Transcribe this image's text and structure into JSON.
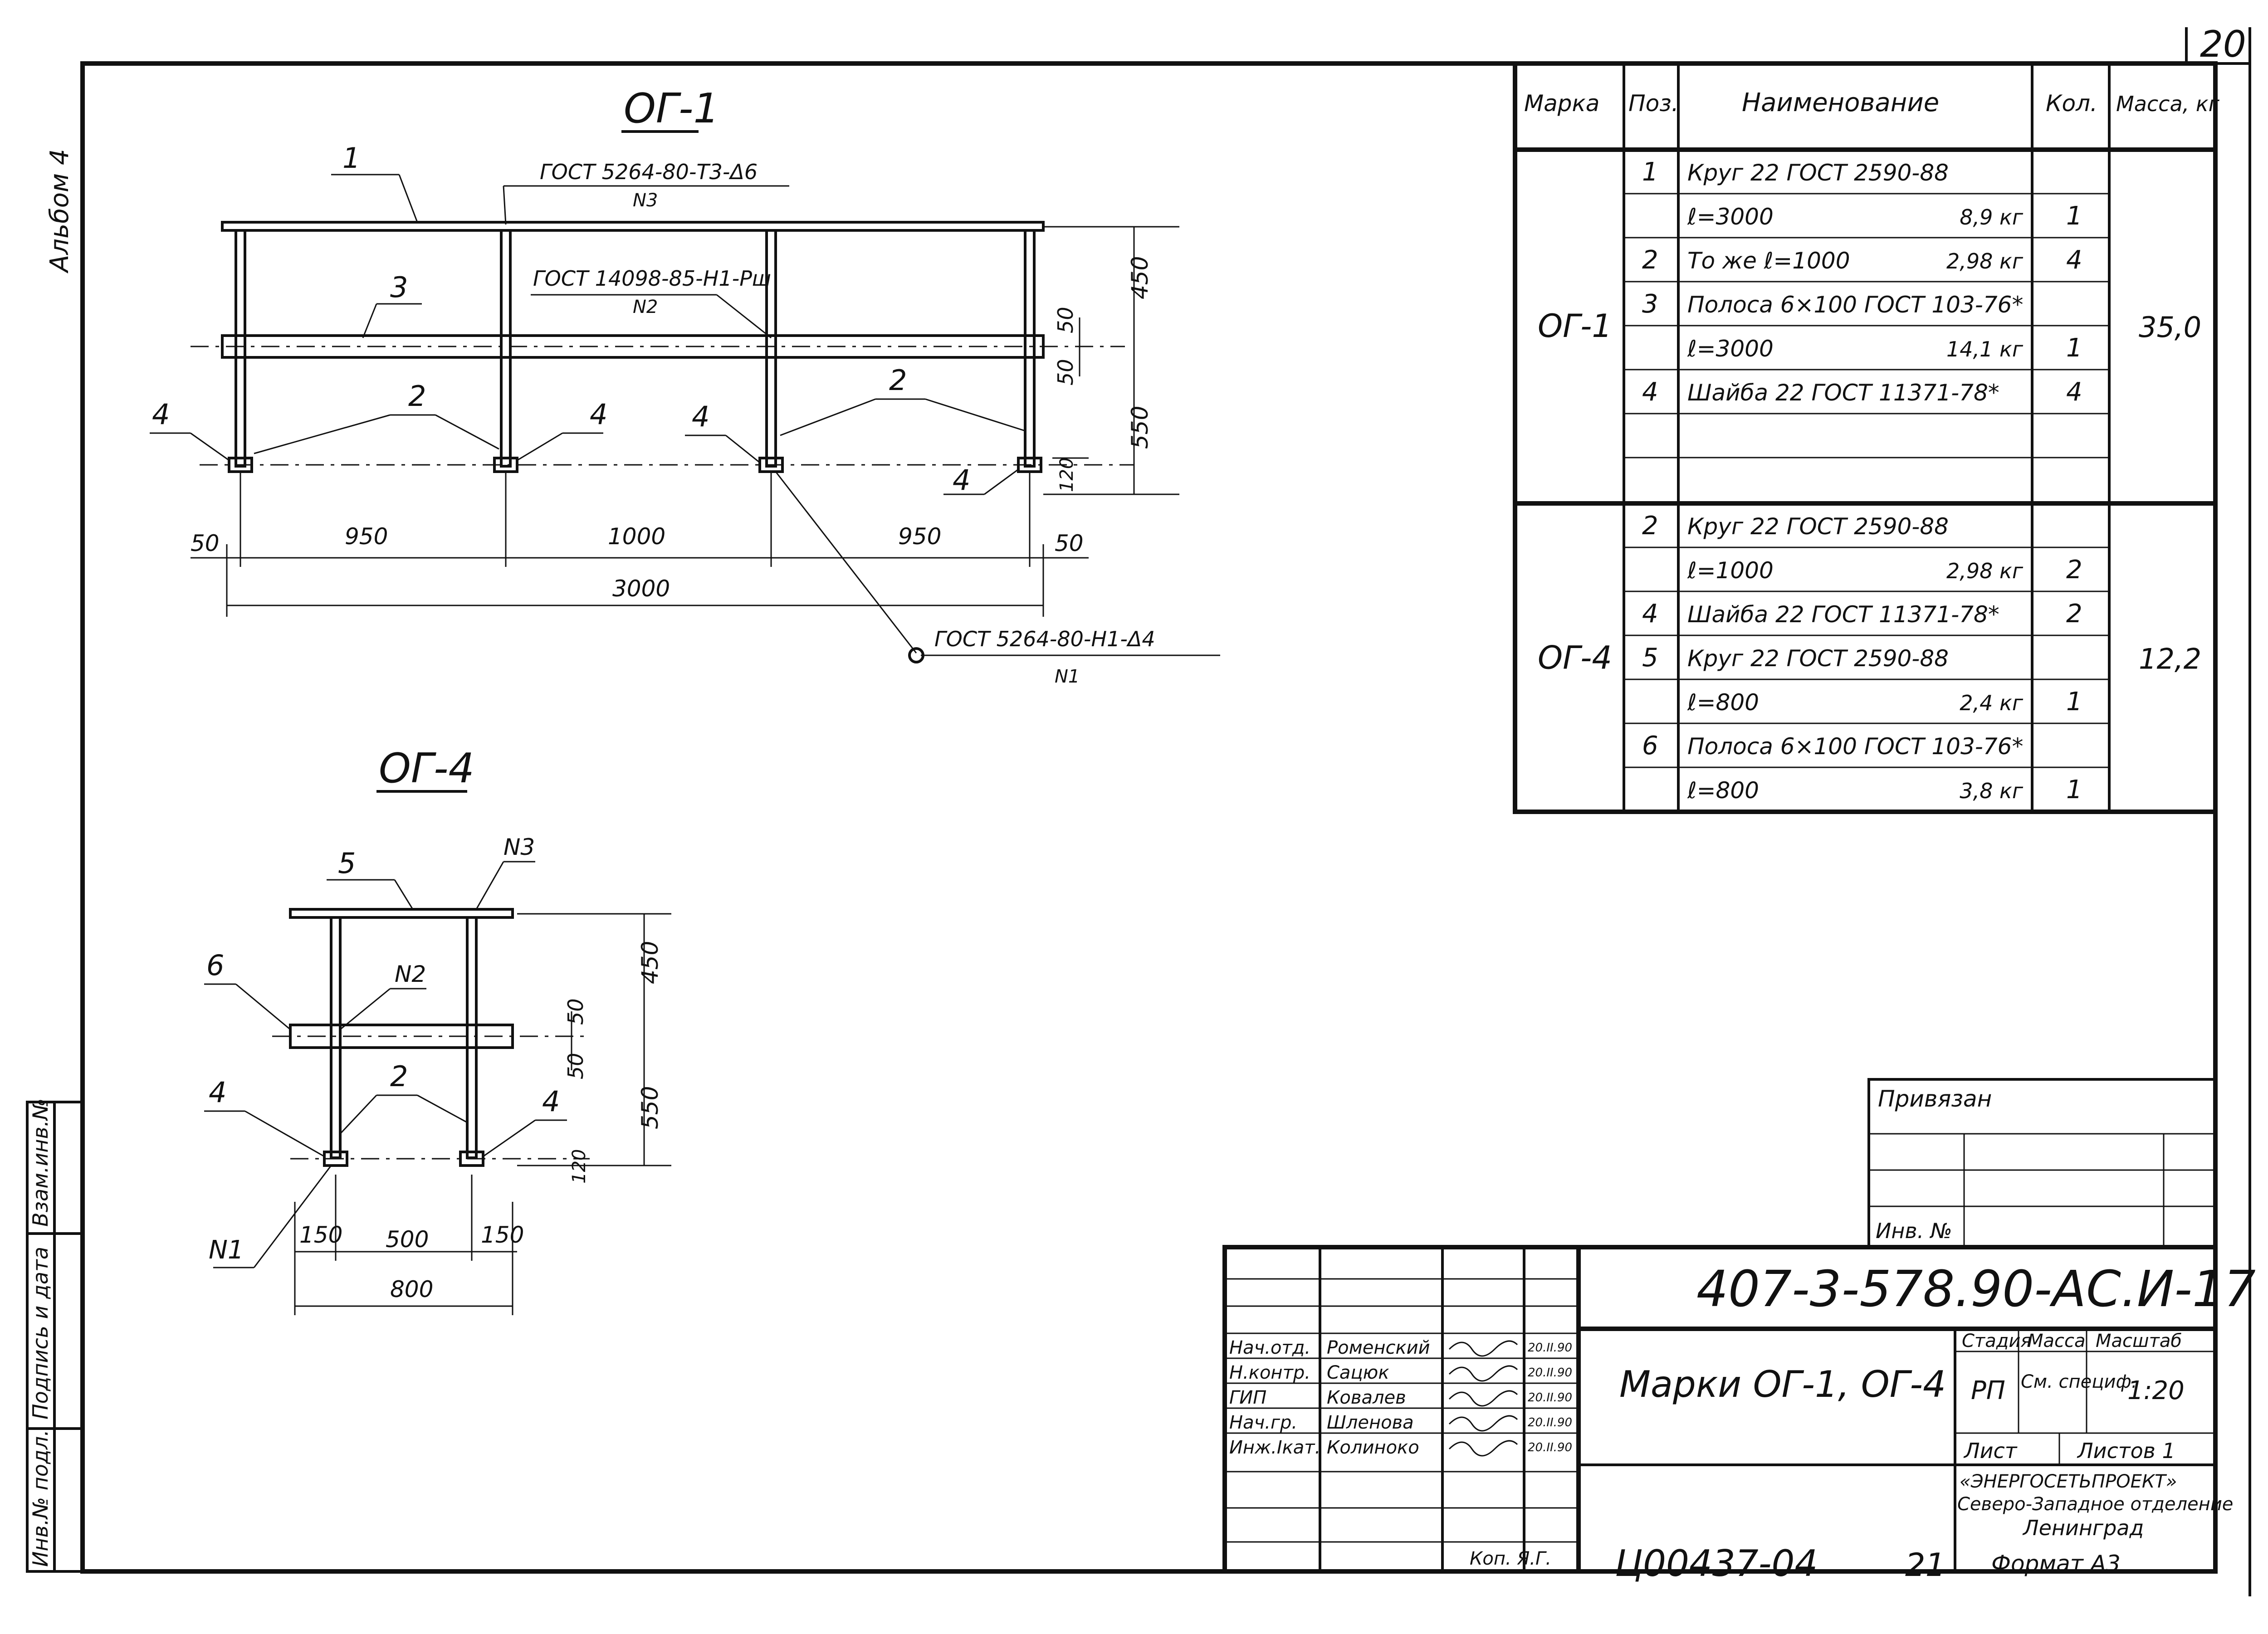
{
  "sheet": {
    "number": "20",
    "album_label": "Альбом 4",
    "views": [
      {
        "key": "og1",
        "title": "ОГ-1"
      },
      {
        "key": "og4",
        "title": "ОГ-4"
      }
    ]
  },
  "og1": {
    "callouts": {
      "p1": "1",
      "p2a": "2",
      "p2b": "2",
      "p3": "3",
      "p4a": "4",
      "p4b": "4",
      "p4c": "4",
      "p4d": "4"
    },
    "weld_top": {
      "text": "ГОСТ 5264-80-Т3-Δ6",
      "sub": "N3"
    },
    "weld_mid": {
      "text": "ГОСТ 14098-85-Н1-Рш",
      "sub": "N2"
    },
    "weld_bot": {
      "text": "ГОСТ 5264-80-Н1-Δ4",
      "sub": "N1"
    },
    "dims": {
      "d50l": "50",
      "d950l": "950",
      "d1000": "1000",
      "d950r": "950",
      "d50r": "50",
      "d3000": "3000",
      "v450": "450",
      "v550": "550",
      "v50a": "50",
      "v50b": "50",
      "v120": "120"
    }
  },
  "og4": {
    "callouts": {
      "p5": "5",
      "p6": "6",
      "p2": "2",
      "p4a": "4",
      "p4b": "4",
      "n3": "N3",
      "n2": "N2",
      "n1": "N1"
    },
    "dims": {
      "d150l": "150",
      "d500": "500",
      "d150r": "150",
      "d800": "800",
      "v450": "450",
      "v550": "550",
      "v50a": "50",
      "v50b": "50",
      "v120": "120"
    }
  },
  "spec_table": {
    "headers": {
      "mark": "Марка",
      "pos": "Поз.",
      "name": "Наименование",
      "qty": "Кол.",
      "mass": "Масса, кг"
    },
    "groups": [
      {
        "mark": "ОГ-1",
        "mass": "35,0",
        "rows": [
          {
            "pos": "1",
            "name": "Круг 22 ГОСТ 2590-88",
            "weight": "",
            "qty": ""
          },
          {
            "pos": "",
            "name": "ℓ=3000",
            "weight": "8,9 кг",
            "qty": "1"
          },
          {
            "pos": "2",
            "name": "То же  ℓ=1000",
            "weight": "2,98 кг",
            "qty": "4"
          },
          {
            "pos": "3",
            "name": "Полоса 6×100 ГОСТ 103-76*",
            "weight": "",
            "qty": ""
          },
          {
            "pos": "",
            "name": "ℓ=3000",
            "weight": "14,1 кг",
            "qty": "1"
          },
          {
            "pos": "4",
            "name": "Шайба 22 ГОСТ 11371-78*",
            "weight": "",
            "qty": "4"
          },
          {
            "pos": "",
            "name": "",
            "weight": "",
            "qty": ""
          },
          {
            "pos": "",
            "name": "",
            "weight": "",
            "qty": ""
          }
        ]
      },
      {
        "mark": "ОГ-4",
        "mass": "12,2",
        "rows": [
          {
            "pos": "2",
            "name": "Круг 22 ГОСТ 2590-88",
            "weight": "",
            "qty": ""
          },
          {
            "pos": "",
            "name": "ℓ=1000",
            "weight": "2,98 кг",
            "qty": "2"
          },
          {
            "pos": "4",
            "name": "Шайба 22 ГОСТ 11371-78*",
            "weight": "",
            "qty": "2"
          },
          {
            "pos": "5",
            "name": "Круг 22 ГОСТ 2590-88",
            "weight": "",
            "qty": ""
          },
          {
            "pos": "",
            "name": "ℓ=800",
            "weight": "2,4 кг",
            "qty": "1"
          },
          {
            "pos": "6",
            "name": "Полоса 6×100 ГОСТ 103-76*",
            "weight": "",
            "qty": ""
          },
          {
            "pos": "",
            "name": "ℓ=800",
            "weight": "3,8 кг",
            "qty": "1"
          }
        ]
      }
    ]
  },
  "binding_box": {
    "label": "Привязан",
    "inv_label": "Инв. №"
  },
  "title_block": {
    "doc_code": "407-3-578.90-АС.И-17",
    "sheet_title": "Марки ОГ-1, ОГ-4",
    "col_headers": {
      "stage": "Стадия",
      "mass": "Масса",
      "scale": "Масштаб"
    },
    "values": {
      "stage": "РП",
      "mass": "См. специф.",
      "scale": "1:20"
    },
    "sheet_label": "Лист",
    "sheets_label": "Листов 1",
    "org": [
      "«ЭНЕРГОСЕТЬПРОЕКТ»",
      "Северо-Западное отделение",
      "Ленинград"
    ],
    "staff": [
      {
        "role": "Нач.отд.",
        "name": "Роменский",
        "date": "20.II.90"
      },
      {
        "role": "Н.контр.",
        "name": "Сацюк",
        "date": "20.II.90"
      },
      {
        "role": "ГИП",
        "name": "Ковалев",
        "date": "20.II.90"
      },
      {
        "role": "Нач.гр.",
        "name": "Шленова",
        "date": "20.II.90"
      },
      {
        "role": "Инж.Iкат.",
        "name": "Колиноко",
        "date": "20.II.90"
      }
    ]
  },
  "left_strip": {
    "labels": [
      "Взам.инв.№",
      "Подпись и дата",
      "Инв.№ подл."
    ]
  },
  "footer": {
    "copied": "Коп. Я.Г.",
    "archive": "Ц00437-04",
    "page": "21",
    "format": "Формат А3"
  }
}
